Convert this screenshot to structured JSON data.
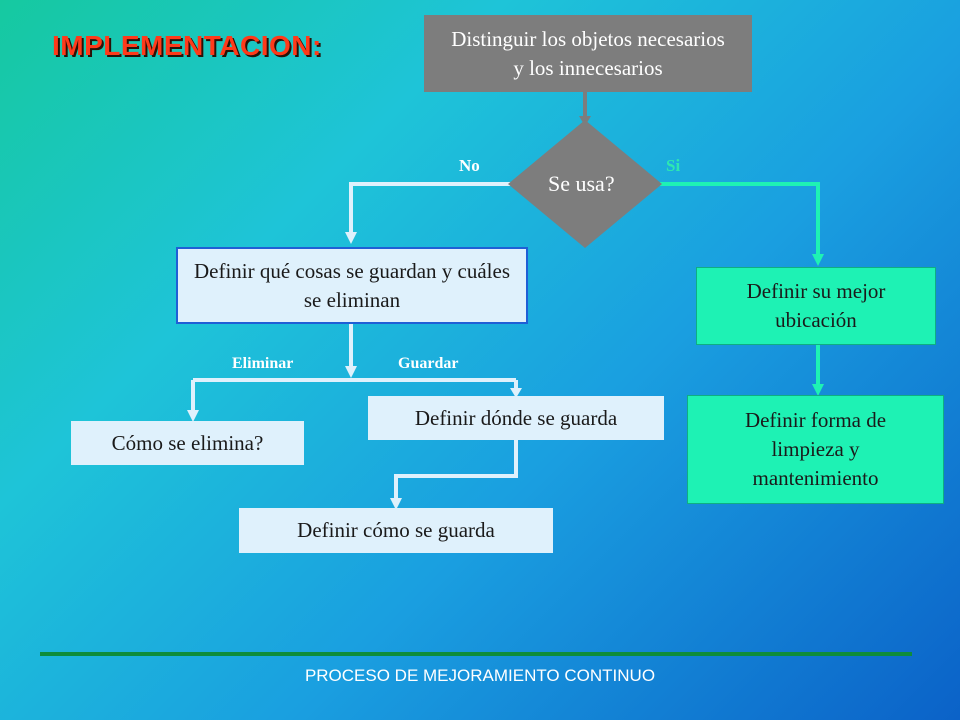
{
  "title": "IMPLEMENTACION:",
  "nodes": {
    "start": "Distinguir los objetos necesarios y los innecesarios",
    "decision": "Se usa?",
    "define_keep": "Definir qué cosas se guardan y cuáles se eliminan",
    "best_location": "Definir su mejor ubicación",
    "how_eliminate": "Cómo se elimina?",
    "where_store": "Definir dónde se guarda",
    "how_store": "Definir cómo se guarda",
    "cleaning": "Definir forma de limpieza y mantenimiento"
  },
  "labels": {
    "no": "No",
    "si": "Si",
    "eliminar": "Eliminar",
    "guardar": "Guardar"
  },
  "colors": {
    "title": "#ff3a1a",
    "gray_box": "#7d7d7d",
    "light_box": "#dff1fc",
    "mint_box": "#1ef2b4",
    "connector_light": "#dff1fc",
    "connector_mint": "#1ef2b4",
    "no_label": "#ffffff",
    "si_label": "#2ee8b0",
    "eliminar_label": "#ffffff",
    "guardar_label": "#ffffff",
    "footer_line": "#0e8c3a"
  },
  "footer": "PROCESO DE MEJORAMIENTO CONTINUO"
}
